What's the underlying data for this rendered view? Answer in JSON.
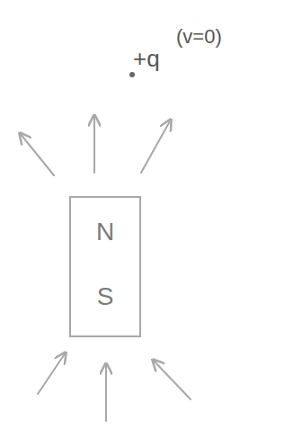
{
  "diagram": {
    "nodes": [
      {
        "text": [
          "N",
          "S"
        ]
      }
    ],
    "labels": [
      "+q",
      "(v=0)"
    ]
  }
}
